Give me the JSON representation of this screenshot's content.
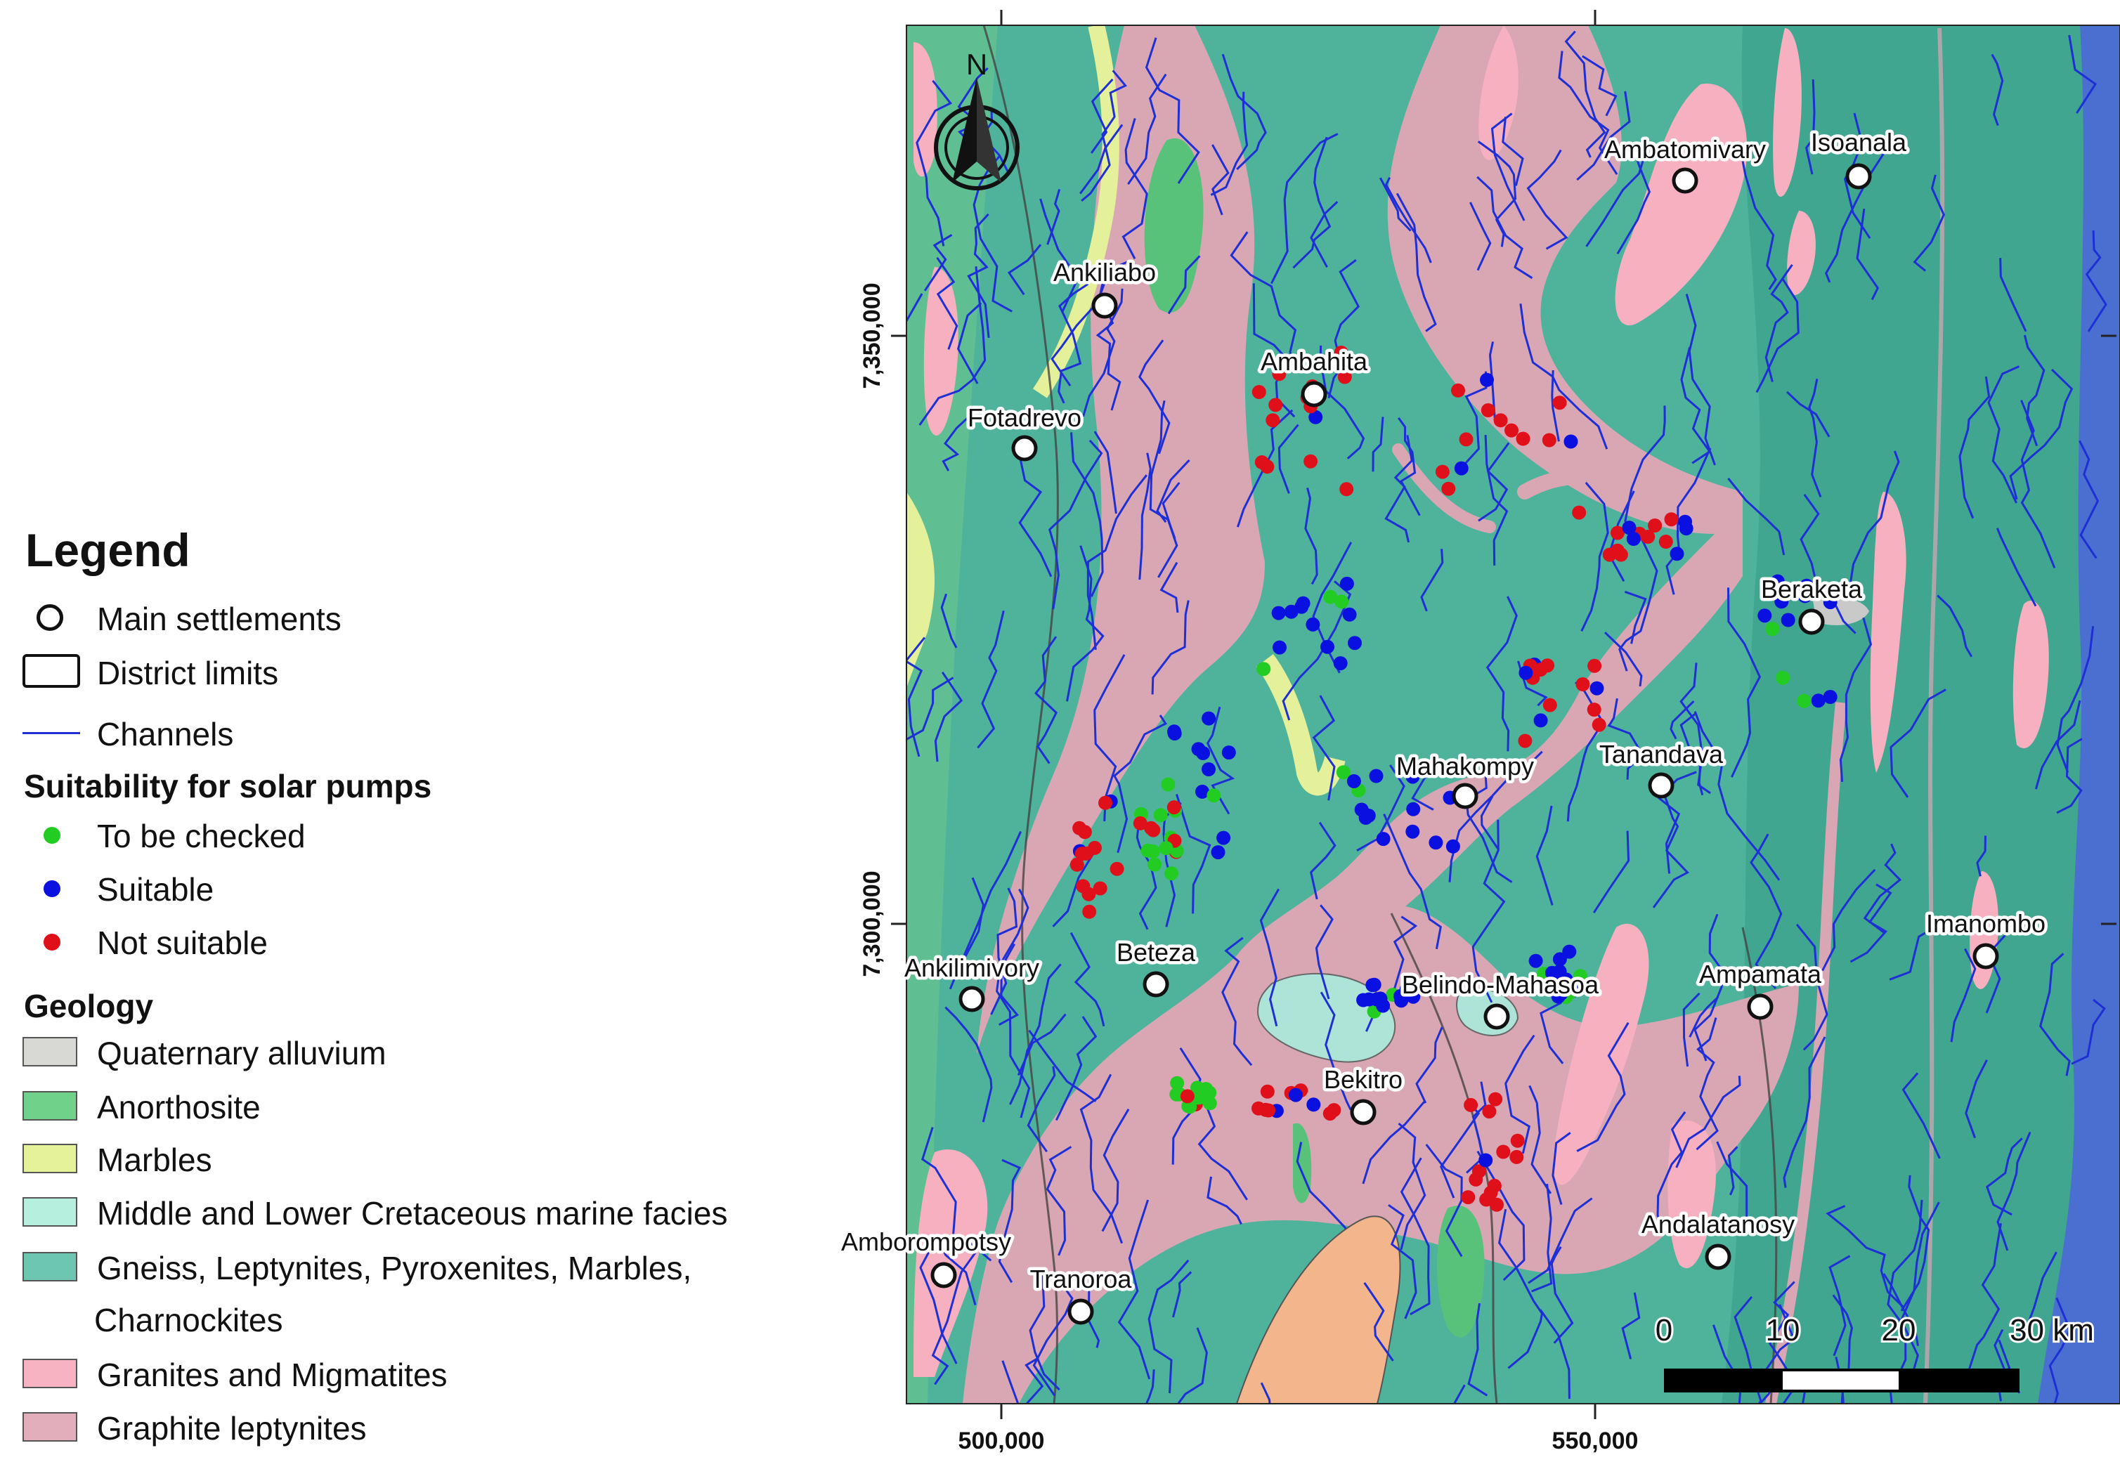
{
  "legend": {
    "title": "Legend",
    "main_settlements": "Main settlements",
    "district_limits": "District limits",
    "channels": "Channels",
    "suitability_heading": "Suitability for solar pumps",
    "to_be_checked": "To be checked",
    "suitable": "Suitable",
    "not_suitable": "Not suitable",
    "geology_heading": "Geology",
    "geology": [
      {
        "label": "Quaternary alluvium",
        "color": "#d8d8d4"
      },
      {
        "label": "Anorthosite",
        "color": "#6fd18a"
      },
      {
        "label": "Marbles",
        "color": "#e6f29a"
      },
      {
        "label": "Middle and Lower Cretaceous marine facies",
        "color": "#b7efdf"
      },
      {
        "label": "Gneiss, Leptynites, Pyroxenites, Marbles,",
        "label2": "Charnockites",
        "color": "#6cc6b0"
      },
      {
        "label": "Granites and Migmatites",
        "color": "#f7b3c1"
      },
      {
        "label": "Graphite leptynites",
        "color": "#e3aebc"
      }
    ],
    "colors": {
      "to_be_checked": "#22cc22",
      "suitable": "#0a10e0",
      "not_suitable": "#e0101a",
      "channels": "#1f2fd6"
    }
  },
  "map": {
    "north_label": "N",
    "axis": {
      "x_ticks": [
        "500,000",
        "550,000"
      ],
      "y_ticks": [
        "7,350,000",
        "7,300,000"
      ]
    },
    "scale_bar": {
      "labels": [
        "0",
        "10",
        "20",
        "30 km"
      ]
    },
    "settlements": [
      "Ambatomivary",
      "Isoanala",
      "Ankiliabo",
      "Ambahita",
      "Fotadrevo",
      "Beraketa",
      "Mahakompy",
      "Tanandava",
      "Imanombo",
      "Ankilimivory",
      "Beteza",
      "Belindo-Mahasoa",
      "Ampamata",
      "Bekitro",
      "Amborompotsy",
      "Tranoroa",
      "Andalatanosy"
    ],
    "colors": {
      "gneiss": "#4fb39c",
      "graphite": "#d9a6b4",
      "granite": "#f7b0bf",
      "marble": "#e4f09a",
      "anorthosite": "#59c27a",
      "alluvium": "#c9c9c9",
      "cretaceous": "#aee3d8",
      "sediment": "#f2b58c",
      "east_water": "#4a6fd0",
      "channel": "#1f2fd6"
    }
  }
}
